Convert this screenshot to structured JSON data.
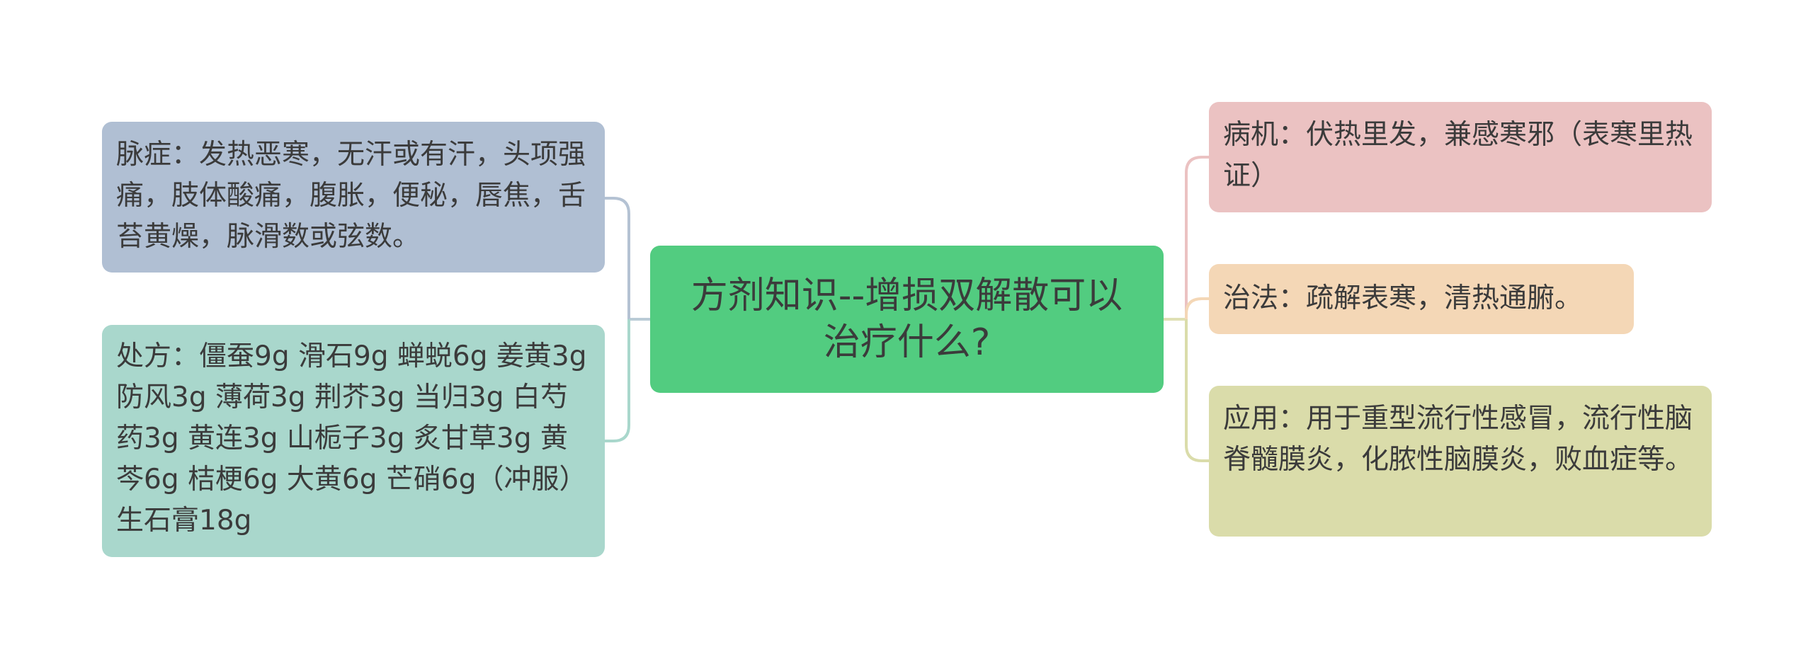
{
  "mindmap": {
    "root": {
      "title": "方剂知识--增损双解散可以治疗什么?"
    },
    "left": [
      {
        "text": "脉症：发热恶寒，无汗或有汗，头项强痛，肢体酸痛，腹胀，便秘，唇焦，舌苔黄燥，脉滑数或弦数。",
        "color": "#b0bfd3"
      },
      {
        "text": "处方：僵蚕9g 滑石9g 蝉蜕6g 姜黄3g 防风3g 薄荷3g 荆芥3g 当归3g 白芍药3g 黄连3g 山栀子3g 炙甘草3g 黄芩6g 桔梗6g 大黄6g 芒硝6g（冲服） 生石膏18g",
        "color": "#a9d7cc"
      }
    ],
    "right": [
      {
        "text": "病机：伏热里发，兼感寒邪（表寒里热证）",
        "color": "#ebc2c2"
      },
      {
        "text": "治法：疏解表寒，清热通腑。",
        "color": "#f4d7b6"
      },
      {
        "text": "应用：用于重型流行性感冒，流行性脑脊髓膜炎，化脓性脑膜炎，败血症等。",
        "color": "#dadcaa"
      }
    ],
    "root_color": "#52cc80"
  }
}
